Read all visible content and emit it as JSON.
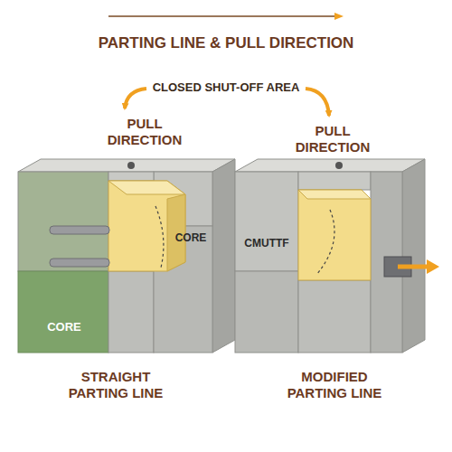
{
  "diagram": {
    "title": "PARTING LINE & PULL DIRECTION",
    "labels": [
      "CLOSED SHUT-OFF AREA",
      "PULL DIRECTION",
      "PULL DIRECTION",
      "CORE",
      "CORE",
      "CMUTTF",
      "STRAIGHT PARTING LINE",
      "MODIFIED PARTING LINE"
    ]
  }
}
